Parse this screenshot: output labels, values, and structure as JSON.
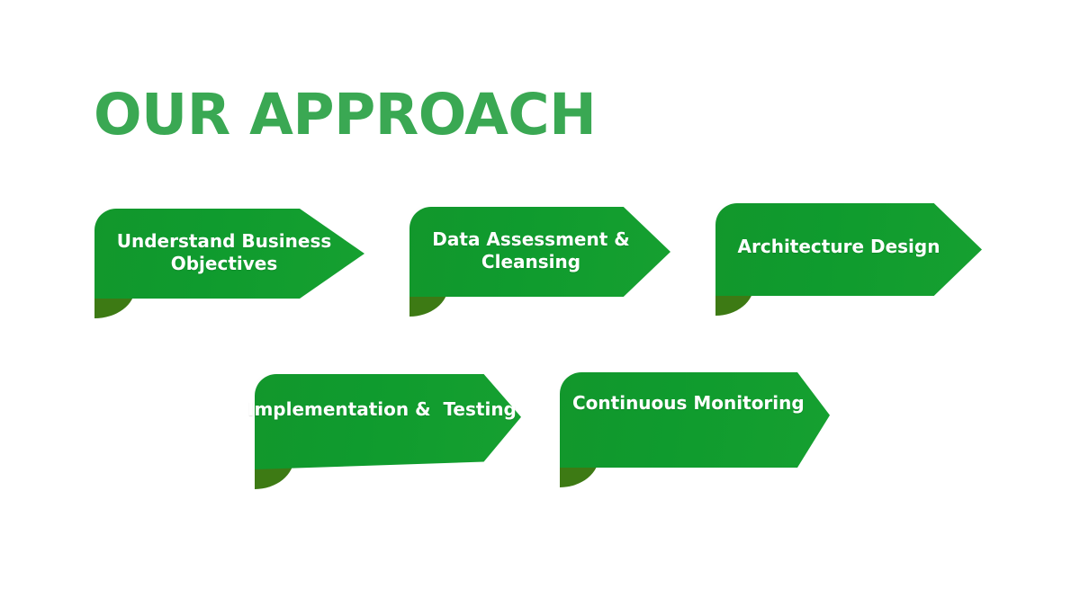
{
  "slide": {
    "title": "OUR APPROACH",
    "background_color": "#ffffff",
    "title_color": "#3aa853",
    "banner_color": "#0f9b2e",
    "banner_fold_color": "#3d7a14",
    "banner_text_color": "#ffffff"
  },
  "steps": [
    {
      "id": "understand-business-objectives",
      "label": "Understand Business\nObjectives",
      "order": 1
    },
    {
      "id": "data-assessment-cleansing",
      "label": "Data Assessment &\nCleansing",
      "order": 2
    },
    {
      "id": "architecture-design",
      "label": "Architecture Design",
      "order": 3
    },
    {
      "id": "implementation-testing",
      "label": "Implementation &  Testing",
      "order": 4
    },
    {
      "id": "continuous-monitoring",
      "label": "Continuous Monitoring",
      "order": 5
    }
  ]
}
